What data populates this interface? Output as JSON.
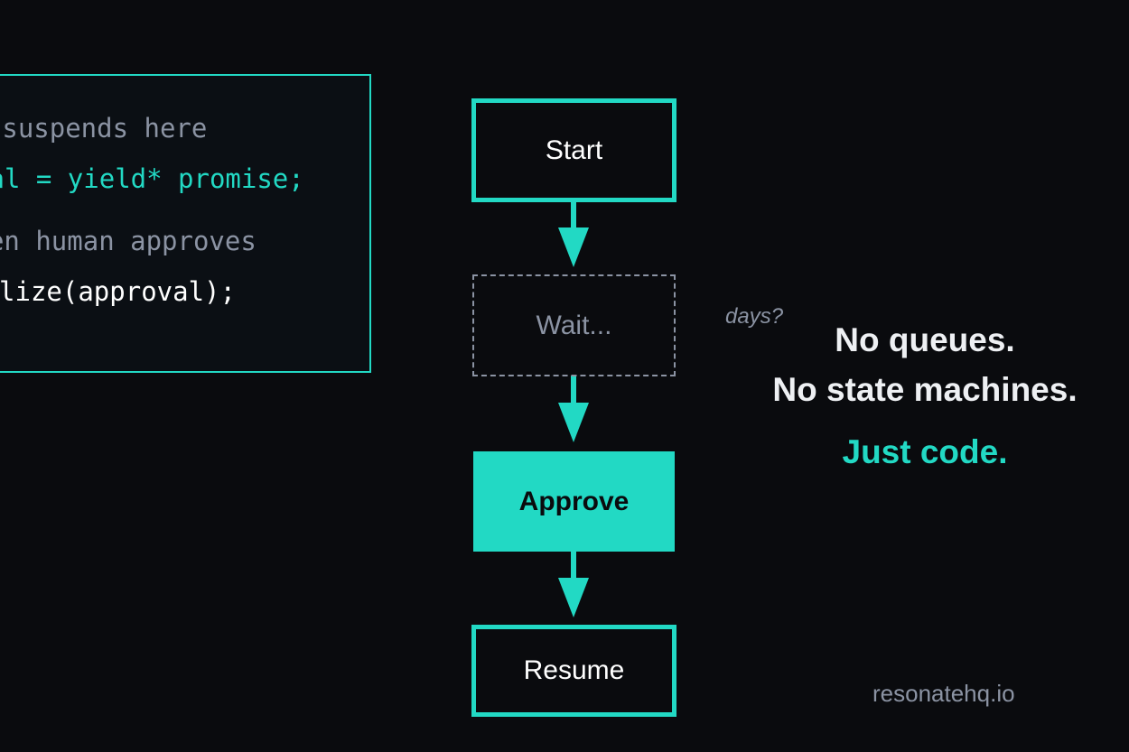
{
  "code": {
    "lines": [
      {
        "text": "// suspends here",
        "style": "comment"
      },
      {
        "text": "const approval = yield* promise;",
        "style": "accent"
      },
      {
        "text": "// resumes when human approves",
        "style": "comment"
      },
      {
        "text": "return finalize(approval);",
        "style": "plain"
      }
    ]
  },
  "flow": {
    "nodes": {
      "start": "Start",
      "wait": "Wait...",
      "approve": "Approve",
      "resume": "Resume"
    },
    "wait_note": "days?"
  },
  "taglines": {
    "line1": "No queues.",
    "line2": "No state machines.",
    "line3": "Just code."
  },
  "footer": {
    "site": "resonatehq.io"
  },
  "colors": {
    "background": "#0a0b0e",
    "accent": "#22d9c4",
    "muted": "#8b93a3",
    "text": "#eef0f3"
  }
}
